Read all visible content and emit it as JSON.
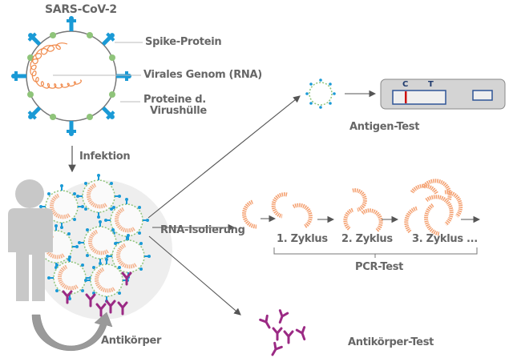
{
  "diagram": {
    "title": "SARS-CoV-2",
    "virus_labels": {
      "spike": "Spike-Protein",
      "genome": "Virales Genom (RNA)",
      "envelope_line1": "Proteine d.",
      "envelope_line2": "Virushülle"
    },
    "infection_label": "Infektion",
    "antibody_label": "Antikörper",
    "branches": {
      "antigen": {
        "label": "Antigen-Test",
        "strip_marks": [
          "C",
          "T"
        ]
      },
      "pcr": {
        "isolation_label": "RNA-Isolierung",
        "cycles": [
          "1. Zyklus",
          "2. Zyklus",
          "3. Zyklus ..."
        ],
        "label": "PCR-Test"
      },
      "antibody": {
        "label": "Antikörper-Test"
      }
    },
    "colors": {
      "spike": "#1a9ad6",
      "envelope_protein": "#8fc47a",
      "rna": "#f08a4b",
      "antibody": "#9b2a84",
      "text": "#666666",
      "person": "#c8c8c8",
      "control_line": "#cc1111",
      "strip_frame": "#2f5597"
    }
  }
}
